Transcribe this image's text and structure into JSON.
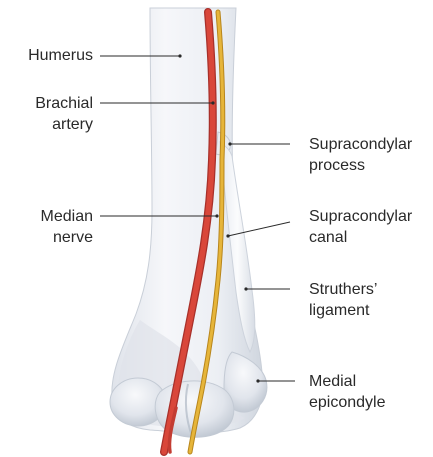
{
  "figure": {
    "labels": {
      "humerus": [
        "Humerus"
      ],
      "brachial_artery": [
        "Brachial",
        "artery"
      ],
      "median_nerve": [
        "Median",
        "nerve"
      ],
      "supracondylar_process": [
        "Supracondylar",
        "process"
      ],
      "supracondylar_canal": [
        "Supracondylar",
        "canal"
      ],
      "struthers_ligament": [
        "Struthers’",
        "ligament"
      ],
      "medial_epicondyle": [
        "Medial",
        "epicondyle"
      ]
    },
    "colors": {
      "bone_light": "#f4f6f9",
      "bone_mid": "#dde2ea",
      "bone_shadow": "#b9c1cd",
      "artery": "#d9473a",
      "artery_dark": "#a8302a",
      "nerve": "#e6b53a",
      "nerve_dark": "#b8861c",
      "ligament": "#eef1f5",
      "leader": "#2a2a2a",
      "text": "#2a2a2a"
    }
  }
}
